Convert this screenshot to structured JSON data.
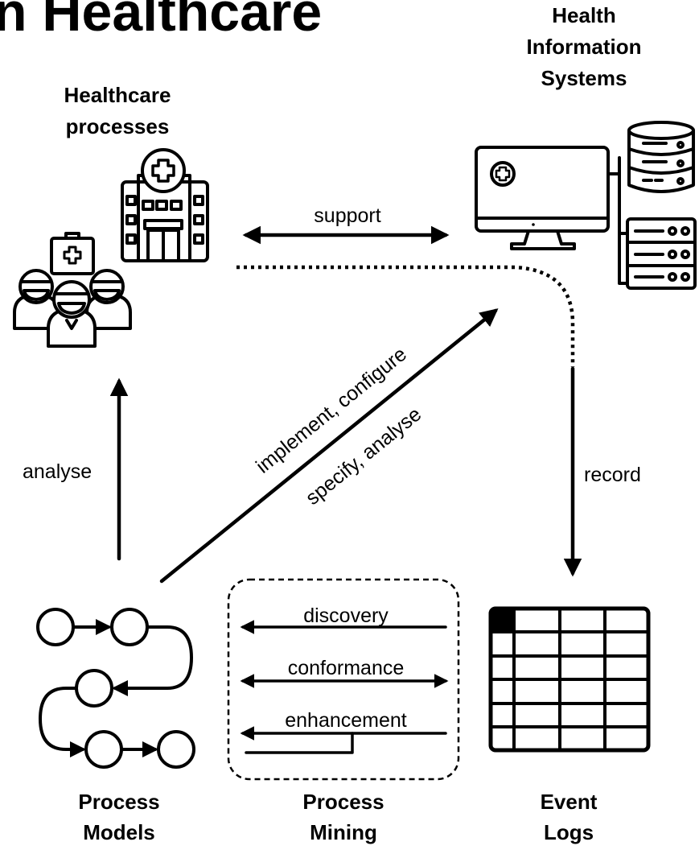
{
  "title": "n Healthcare",
  "nodes": {
    "health_information_systems": {
      "line1": "Health",
      "line2": "Information",
      "line3": "Systems",
      "icon": "computer-servers-icon"
    },
    "healthcare_processes": {
      "line1": "Healthcare",
      "line2": "processes",
      "icon": "hospital-staff-icon"
    },
    "process_models": {
      "line1": "Process",
      "line2": "Models",
      "icon": "process-model-icon"
    },
    "process_mining": {
      "line1": "Process",
      "line2": "Mining"
    },
    "event_logs": {
      "line1": "Event",
      "line2": "Logs",
      "icon": "table-grid-icon"
    }
  },
  "edges": {
    "support": "support",
    "implement_configure": "implement, configure",
    "specify_analyse": "specify, analyse",
    "analyse": "analyse",
    "record": "record",
    "discovery": "discovery",
    "conformance": "conformance",
    "enhancement": "enhancement"
  }
}
